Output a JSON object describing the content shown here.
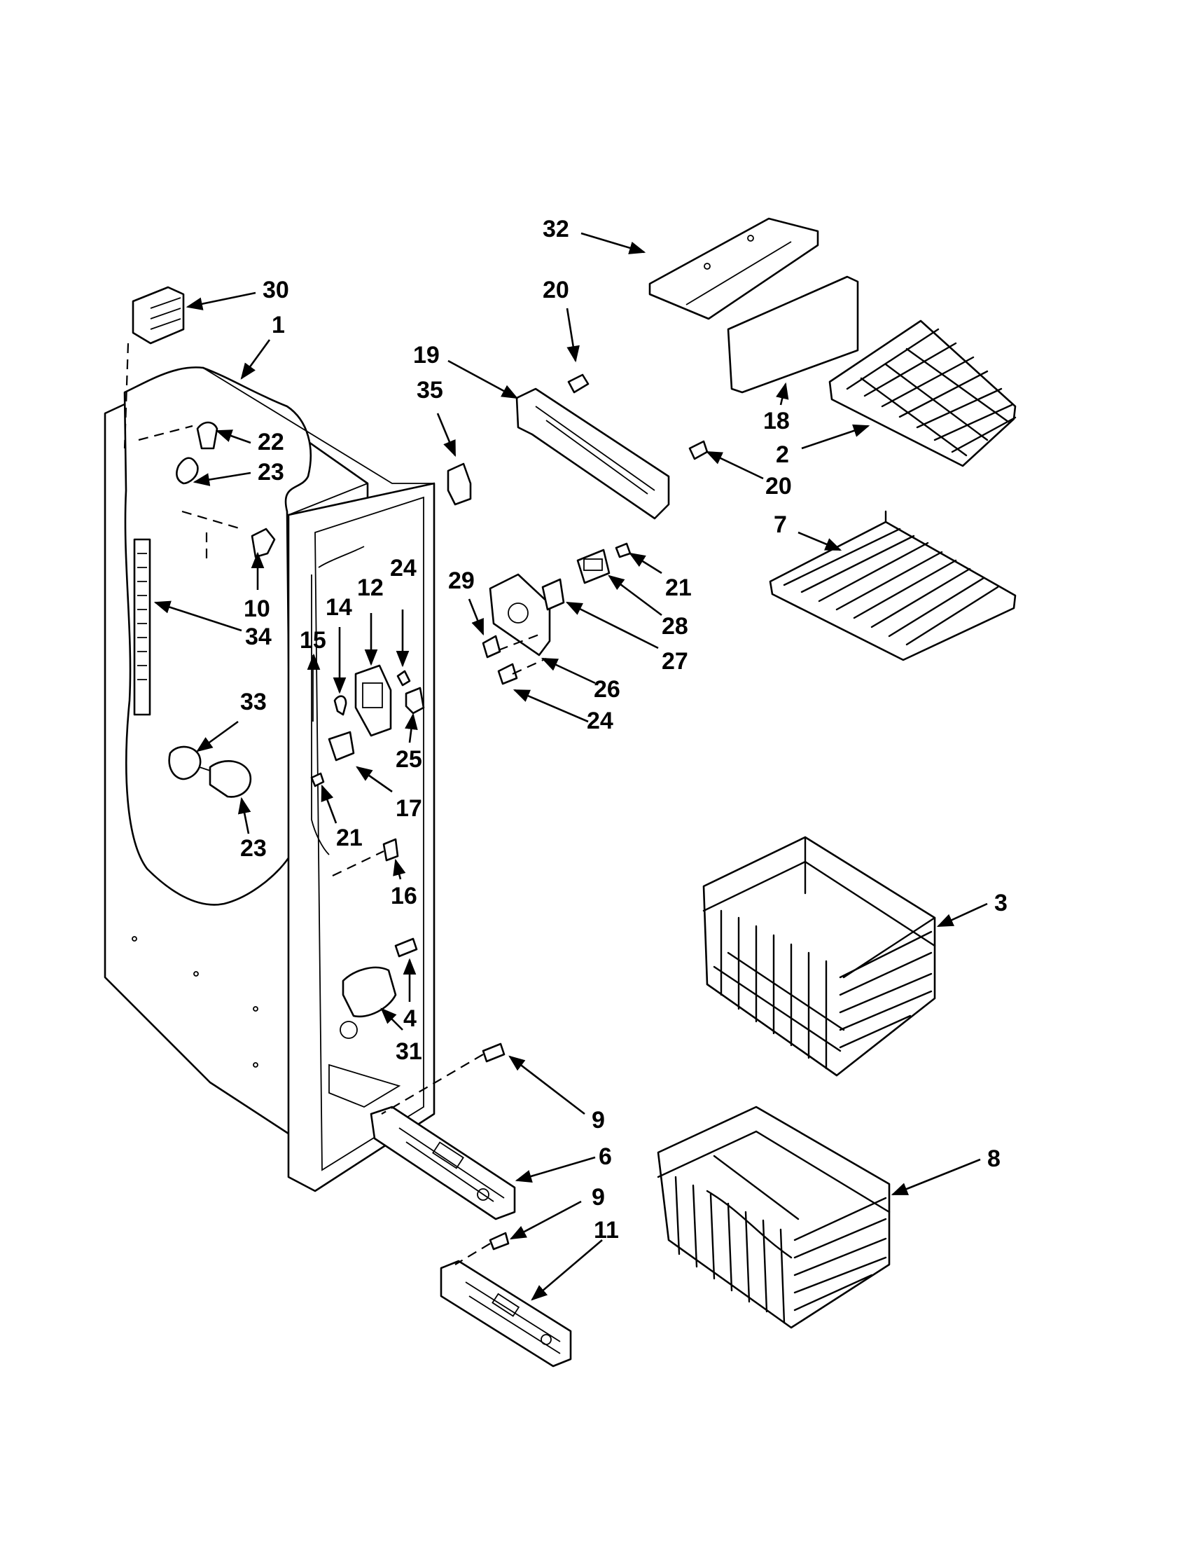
{
  "diagram": {
    "callouts": [
      {
        "id": "c30a",
        "label": "30"
      },
      {
        "id": "c1",
        "label": "1"
      },
      {
        "id": "c22",
        "label": "22"
      },
      {
        "id": "c23a",
        "label": "23"
      },
      {
        "id": "c10",
        "label": "10"
      },
      {
        "id": "c34",
        "label": "34"
      },
      {
        "id": "c33",
        "label": "33"
      },
      {
        "id": "c23b",
        "label": "23"
      },
      {
        "id": "c15",
        "label": "15"
      },
      {
        "id": "c14",
        "label": "14"
      },
      {
        "id": "c12",
        "label": "12"
      },
      {
        "id": "c24a",
        "label": "24"
      },
      {
        "id": "c25",
        "label": "25"
      },
      {
        "id": "c17",
        "label": "17"
      },
      {
        "id": "c21a",
        "label": "21"
      },
      {
        "id": "c16",
        "label": "16"
      },
      {
        "id": "c4",
        "label": "4"
      },
      {
        "id": "c31",
        "label": "31"
      },
      {
        "id": "c35",
        "label": "35"
      },
      {
        "id": "c19",
        "label": "19"
      },
      {
        "id": "c32",
        "label": "32"
      },
      {
        "id": "c20a",
        "label": "20"
      },
      {
        "id": "c20b",
        "label": "20"
      },
      {
        "id": "c18",
        "label": "18"
      },
      {
        "id": "c2",
        "label": "2"
      },
      {
        "id": "c7",
        "label": "7"
      },
      {
        "id": "c29",
        "label": "29"
      },
      {
        "id": "c21b",
        "label": "21"
      },
      {
        "id": "c28",
        "label": "28"
      },
      {
        "id": "c27",
        "label": "27"
      },
      {
        "id": "c26",
        "label": "26"
      },
      {
        "id": "c24b",
        "label": "24"
      },
      {
        "id": "c3",
        "label": "3"
      },
      {
        "id": "c8",
        "label": "8"
      },
      {
        "id": "c9a",
        "label": "9"
      },
      {
        "id": "c6",
        "label": "6"
      },
      {
        "id": "c9b",
        "label": "9"
      },
      {
        "id": "c11",
        "label": "11"
      }
    ]
  }
}
